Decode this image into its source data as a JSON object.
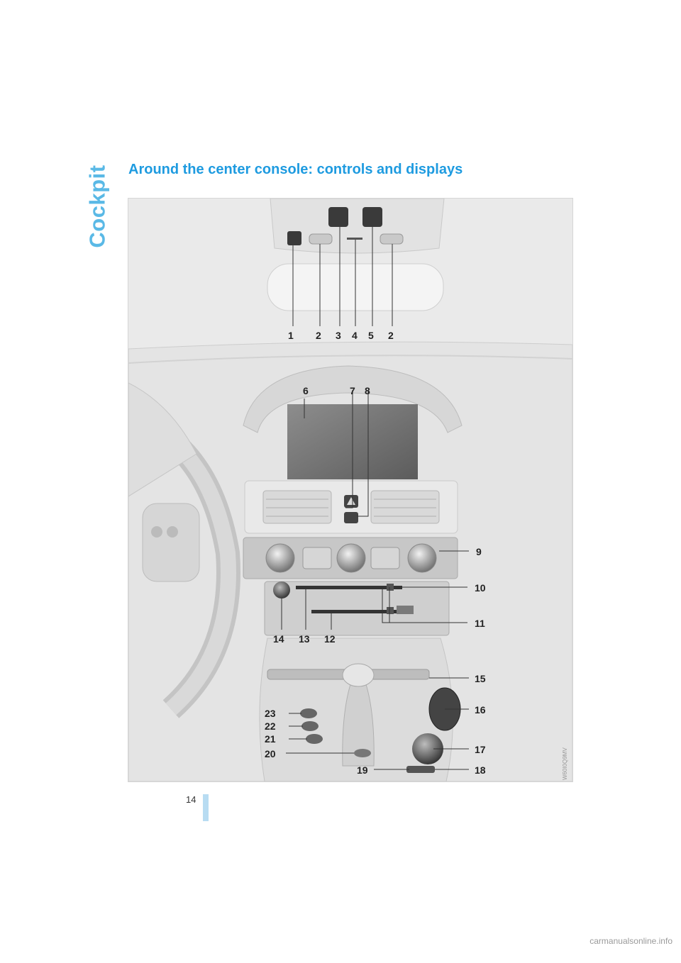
{
  "section": {
    "tab_label": "Cockpit"
  },
  "page": {
    "title": "Around the center console: controls and displays",
    "number": "14"
  },
  "figure": {
    "code": "W60I0Q9MV",
    "callouts": [
      "1",
      "2",
      "3",
      "4",
      "5",
      "2",
      "6",
      "7",
      "8",
      "9",
      "10",
      "11",
      "12",
      "13",
      "14",
      "15",
      "16",
      "17",
      "18",
      "19",
      "20",
      "21",
      "22",
      "23"
    ]
  },
  "footer": {
    "source": "carmanualsonline.info"
  }
}
